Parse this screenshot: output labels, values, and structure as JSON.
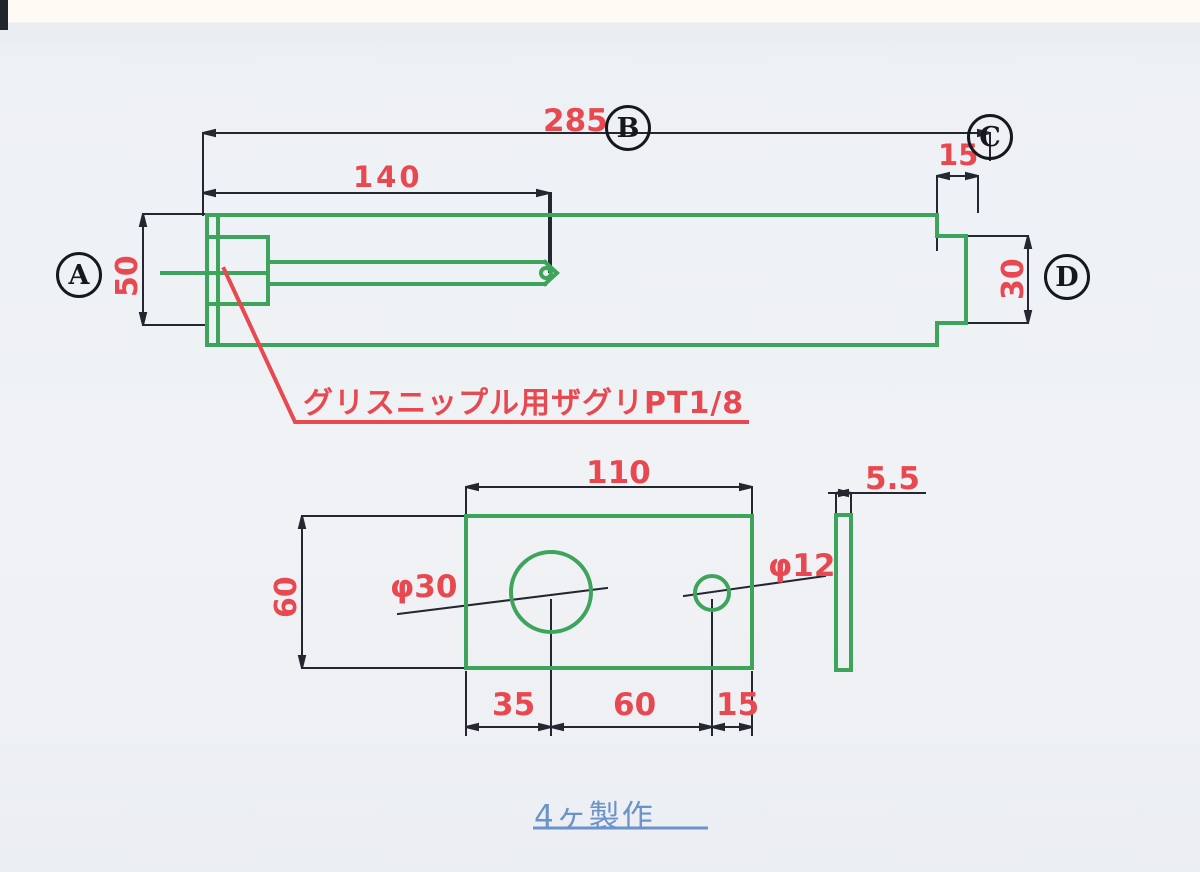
{
  "drawing": {
    "title_note": "4ヶ製作",
    "callout_note": "グリスニップル用ザグリPT1/8",
    "colors": {
      "dimension_text": "#e8484f",
      "part_outline": "#3fa45b",
      "dimension_line": "#232830",
      "note_blue": "#6b93c9",
      "paper": "#eef1f5"
    }
  },
  "balloons": {
    "a": "A",
    "b": "B",
    "c": "C",
    "d": "D"
  },
  "side_view": {
    "name": "side-elevation-view",
    "dimensions": {
      "overall_length": "285",
      "bore_depth": "140",
      "height": "50",
      "step_width": "15",
      "step_height": "30"
    }
  },
  "plate_view": {
    "name": "plate-plan-view",
    "dimensions": {
      "width": "110",
      "height": "60",
      "left_offset": "35",
      "hole_spacing": "60",
      "right_offset": "15",
      "big_hole": "φ30",
      "small_hole": "φ12"
    }
  },
  "edge_view": {
    "name": "plate-edge-view",
    "dimensions": {
      "thickness": "5.5"
    }
  }
}
